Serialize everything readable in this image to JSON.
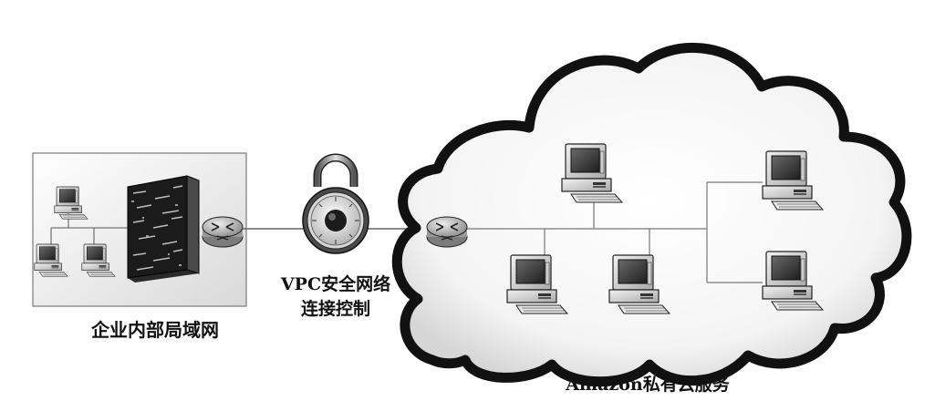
{
  "diagram": {
    "lan_label": "企业内部局域网",
    "vpc_label_line1": "VPC安全网络",
    "vpc_label_line2": "连接控制",
    "cloud_label": "Amazon私有云服务"
  },
  "icons": {
    "firewall": "firewall-icon",
    "router": "router-icon",
    "lock": "padlock-icon",
    "computer": "desktop-computer-icon",
    "cloud": "cloud-icon"
  }
}
